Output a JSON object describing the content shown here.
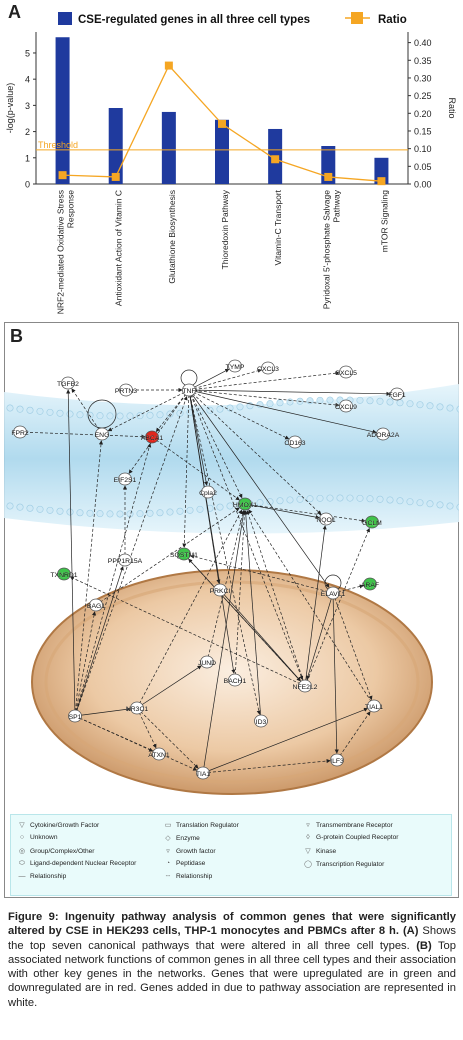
{
  "panelA": {
    "letter": "A",
    "legend": {
      "bar_label": "CSE-regulated genes in all three cell types",
      "line_label": "Ratio"
    },
    "ylabel_left": "-log(p-value)",
    "ylabel_right": "Ratio",
    "threshold_label": "Threshold",
    "colors": {
      "bar": "#1f3a9e",
      "line": "#f5a623",
      "threshold": "#f5a623"
    }
  },
  "chart_data": {
    "type": "bar",
    "categories": [
      "NRF2-mediated Oxidative Stress Response",
      "Antioxidant Action of Vitamin C",
      "Glutathione Biosynthesis",
      "Thioredoxin Pathway",
      "Vitamin-C Transport",
      "Pyridoxal 5'-phosphate Salvage Pathway",
      "mTOR Signaling"
    ],
    "category_lines": [
      [
        "NRF2-mediated Oxidative Stress",
        "Response"
      ],
      [
        "Antioxidant Action of Vitamin C"
      ],
      [
        "Glutathione Biosynthesis"
      ],
      [
        "Thioredoxin Pathway"
      ],
      [
        "Vitamin-C Transport"
      ],
      [
        "Pyridoxal 5'-phosphate Salvage",
        "Pathway"
      ],
      [
        "mTOR Signaling"
      ]
    ],
    "series": [
      {
        "name": "CSE-regulated genes in all three cell types",
        "values": [
          5.6,
          2.9,
          2.75,
          2.45,
          2.1,
          1.45,
          1.0
        ]
      },
      {
        "name": "Ratio",
        "values": [
          0.025,
          0.02,
          0.335,
          0.17,
          0.07,
          0.02,
          0.008
        ]
      }
    ],
    "threshold": 1.3,
    "ylim_left": [
      0,
      5.8
    ],
    "yticks_left": [
      0,
      1,
      2,
      3,
      4,
      5
    ],
    "ylim_right": [
      0,
      0.43
    ],
    "yticks_right": [
      "0.00",
      "0.05",
      "0.10",
      "0.15",
      "0.20",
      "0.25",
      "0.30",
      "0.35",
      "0.40"
    ],
    "ylabel": "-log(p-value)",
    "ylabel_right": "Ratio"
  },
  "panelB": {
    "letter": "B",
    "nodes": [
      {
        "id": "TYMP",
        "label": "TYMP"
      },
      {
        "id": "CXCL3",
        "label": "CXCL3"
      },
      {
        "id": "CXCL5",
        "label": "CXCL5"
      },
      {
        "id": "TGFB2",
        "label": "TGFB2"
      },
      {
        "id": "PRTN3",
        "label": "PRTN3"
      },
      {
        "id": "TNF",
        "label": "TNF"
      },
      {
        "id": "FGF1",
        "label": "FGF1"
      },
      {
        "id": "CXCL9",
        "label": "CXCL9"
      },
      {
        "id": "FPR2",
        "label": "FPR2"
      },
      {
        "id": "ENG",
        "label": "ENG"
      },
      {
        "id": "CD163",
        "label": "CD163"
      },
      {
        "id": "ADORA2A",
        "label": "ADORA2A"
      },
      {
        "id": "ABCA1",
        "label": "ABCA1"
      },
      {
        "id": "EIF2S1",
        "label": "EIF2S1"
      },
      {
        "id": "HMOX1",
        "label": "HMOX1"
      },
      {
        "id": "Cpla2",
        "label": "Cpla2"
      },
      {
        "id": "NQO1",
        "label": "NQO1"
      },
      {
        "id": "GCLM",
        "label": "GCLM"
      },
      {
        "id": "TXNRD1",
        "label": "TXNRD1"
      },
      {
        "id": "PPP1R15A",
        "label": "PPP1R15A"
      },
      {
        "id": "SQSTM1",
        "label": "SQSTM1"
      },
      {
        "id": "PRKCI",
        "label": "PRKCI"
      },
      {
        "id": "ELAVL1",
        "label": "ELAVL1"
      },
      {
        "id": "ARAF",
        "label": "ARAF"
      },
      {
        "id": "BAG1",
        "label": "BAG1"
      },
      {
        "id": "JUND",
        "label": "JUND"
      },
      {
        "id": "BACH1",
        "label": "BACH1"
      },
      {
        "id": "NFE2L2",
        "label": "NFE2L2"
      },
      {
        "id": "SP1",
        "label": "SP1"
      },
      {
        "id": "NR3C1",
        "label": "NR3C1"
      },
      {
        "id": "ID3",
        "label": "ID3"
      },
      {
        "id": "TIAL1",
        "label": "TIAL1"
      },
      {
        "id": "ATXN1",
        "label": "ATXN1"
      },
      {
        "id": "TIA1",
        "label": "TIA1"
      },
      {
        "id": "ILF3",
        "label": "ILF3"
      }
    ],
    "legend": [
      "Cytokine/Growth Factor",
      "Unknown",
      "Group/Complex/Other",
      "Ligand-dependent Nuclear Receptor",
      "Relationship",
      "Translation Regulator",
      "Enzyme",
      "Growth factor",
      "Peptidase",
      "Relationship",
      "Transmembrane Receptor",
      "G-protein Coupled Receptor",
      "Kinase",
      "Transcription Regulator"
    ]
  },
  "caption": {
    "fig_label": "Figure 9:",
    "title": "Ingenuity pathway analysis of common genes that were significantly altered by CSE in HEK293 cells, THP-1 monocytes and PBMCs after 8 h.",
    "a_tag": "(A)",
    "a_text": "Shows the top seven canonical pathways that were altered in all three cell types.",
    "b_tag": "(B)",
    "b_text": "Top associated network functions of common genes in all three cell types and their association with other key genes in the networks. Genes that were upregulated are in green and downregulated are in red. Genes added in due to pathway association are represented in white."
  }
}
